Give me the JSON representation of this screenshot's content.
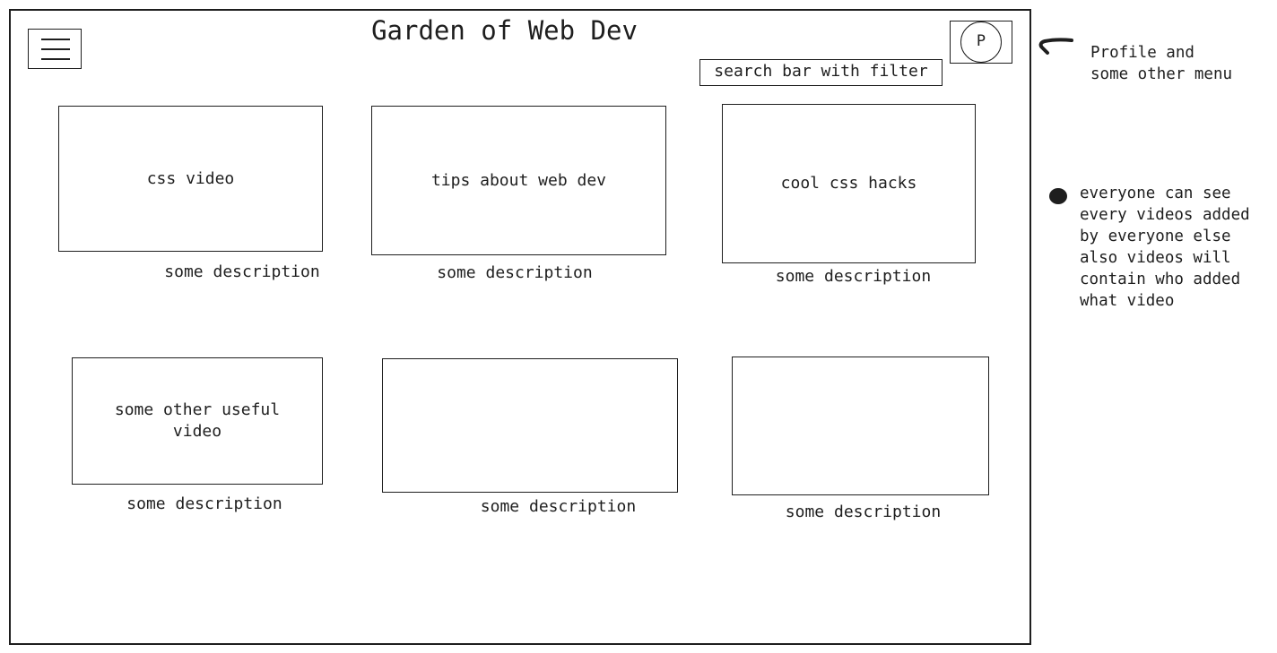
{
  "header": {
    "title": "Garden of Web Dev",
    "search_label": "search bar with filter",
    "profile_initial": "P"
  },
  "cards": [
    {
      "title": "css video",
      "description": "some description"
    },
    {
      "title": "tips about web dev",
      "description": "some description"
    },
    {
      "title": "cool css hacks",
      "description": "some description"
    },
    {
      "title": "some other useful video",
      "description": "some description"
    },
    {
      "title": "",
      "description": "some description"
    },
    {
      "title": "",
      "description": "some description"
    }
  ],
  "annotations": {
    "profile_note": "Profile and\nsome other menu",
    "feature_note": "everyone can see\nevery videos added\nby everyone else\nalso videos will\ncontain who added\nwhat video"
  }
}
